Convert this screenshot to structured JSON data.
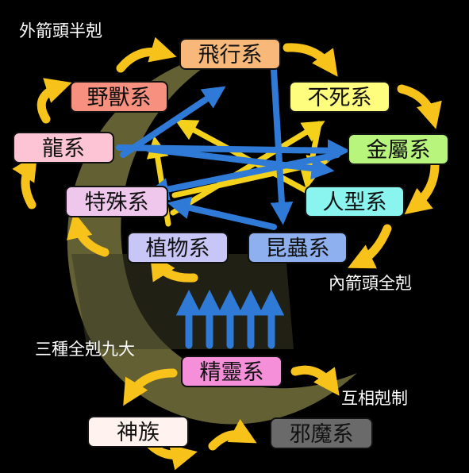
{
  "captions": {
    "outer": "外箭頭半剋",
    "inner": "內箭頭全剋",
    "nine": "三種全剋九大",
    "mutual": "互相剋制"
  },
  "nodes": {
    "flying": {
      "label": "飛行系",
      "color": "#f8b87a"
    },
    "beast": {
      "label": "野獸系",
      "color": "#f7907e"
    },
    "undead": {
      "label": "不死系",
      "color": "#fefd7e"
    },
    "dragon": {
      "label": "龍系",
      "color": "#fcc4d4"
    },
    "metal": {
      "label": "金屬系",
      "color": "#b8f57c"
    },
    "special": {
      "label": "特殊系",
      "color": "#f0c7ec"
    },
    "humanoid": {
      "label": "人型系",
      "color": "#8af4ef"
    },
    "plant": {
      "label": "植物系",
      "color": "#c7c6f6"
    },
    "insect": {
      "label": "昆蟲系",
      "color": "#8fb0ef"
    },
    "spirit": {
      "label": "精靈系",
      "color": "#f58fd9"
    },
    "divine": {
      "label": "神族",
      "color": "#fff2ef"
    },
    "demon": {
      "label": "邪魔系",
      "color": "#6a6a6a"
    }
  },
  "colors": {
    "outer_arrow": "#f7c21a",
    "cross_yellow": "#f4d21c",
    "cross_blue": "#2f7ad6",
    "moon": "#6e6a3a"
  }
}
